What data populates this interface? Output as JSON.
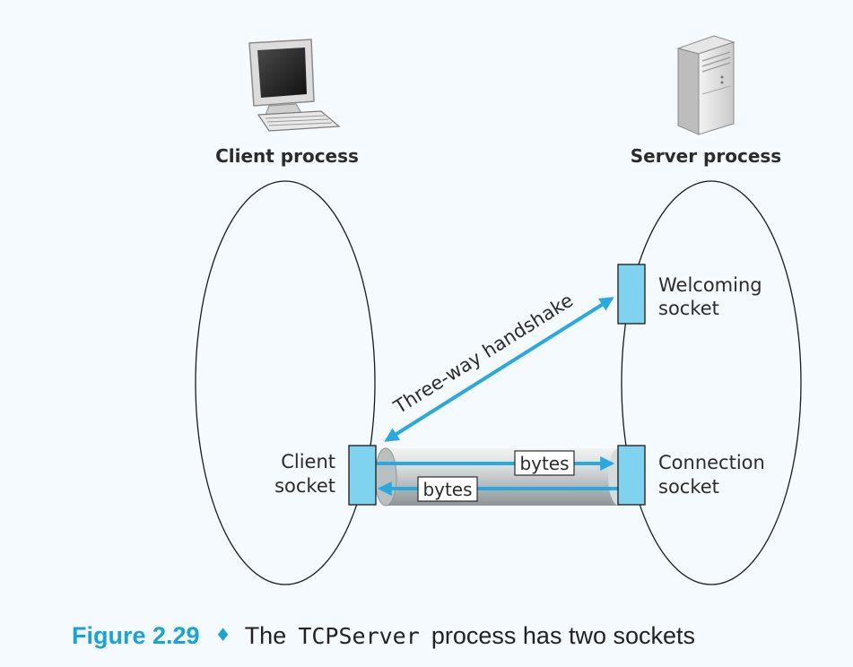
{
  "client": {
    "title": "Client process",
    "socket_line1": "Client",
    "socket_line2": "socket"
  },
  "server": {
    "title": "Server process",
    "welcoming_line1": "Welcoming",
    "welcoming_line2": "socket",
    "connection_line1": "Connection",
    "connection_line2": "socket"
  },
  "handshake_label": "Three-way handshake",
  "bytes_forward": "bytes",
  "bytes_back": "bytes",
  "caption": {
    "figure": "Figure 2.29",
    "separator": "♦",
    "text_before": "The",
    "code": "TCPServer",
    "text_after": "process has two sockets"
  },
  "colors": {
    "accent": "#1aa3d8",
    "socket_fill": "#7fd3ee",
    "arrow": "#29a9e0",
    "background": "#f4fafd"
  },
  "icons": {
    "client": "desktop-computer-icon",
    "server": "server-tower-icon"
  }
}
